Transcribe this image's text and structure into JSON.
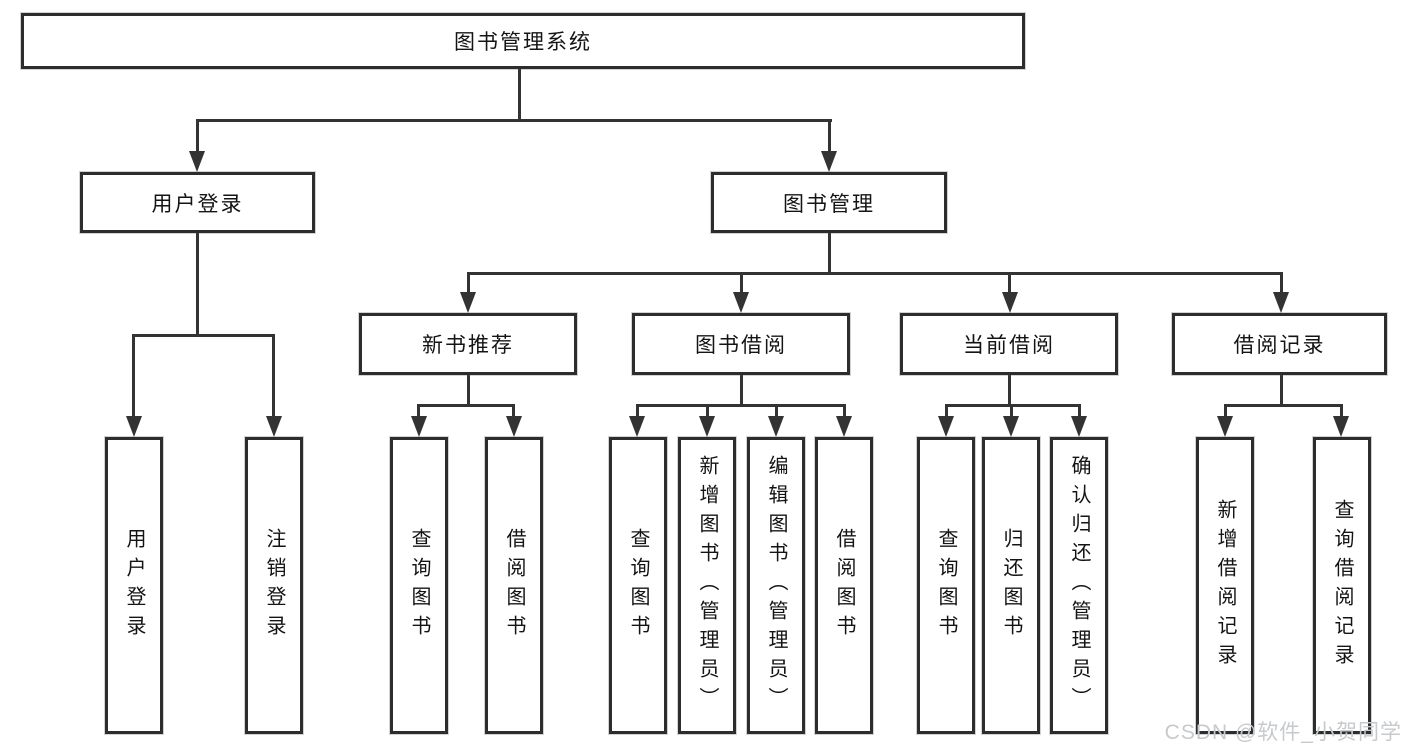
{
  "diagram": {
    "title": "图书管理系统",
    "root": {
      "label": "图书管理系统",
      "children": [
        {
          "label": "用户登录",
          "children": [
            {
              "label": "用户登录"
            },
            {
              "label": "注销登录"
            }
          ]
        },
        {
          "label": "图书管理",
          "children": [
            {
              "label": "新书推荐",
              "children": [
                {
                  "label": "查询图书"
                },
                {
                  "label": "借阅图书"
                }
              ]
            },
            {
              "label": "图书借阅",
              "children": [
                {
                  "label": "查询图书"
                },
                {
                  "label": "新增图书（管理员）"
                },
                {
                  "label": "编辑图书（管理员）"
                },
                {
                  "label": "借阅图书"
                }
              ]
            },
            {
              "label": "当前借阅",
              "children": [
                {
                  "label": "查询图书"
                },
                {
                  "label": "归还图书"
                },
                {
                  "label": "确认归还（管理员）"
                }
              ]
            },
            {
              "label": "借阅记录",
              "children": [
                {
                  "label": "新增借阅记录"
                },
                {
                  "label": "查询借阅记录"
                }
              ]
            }
          ]
        }
      ]
    }
  },
  "watermark": {
    "text": "CSDN @软件_小贺同学"
  },
  "colors": {
    "line": "#333333",
    "box_border": "#2d2d2d",
    "text": "#141414",
    "background": "#ffffff",
    "watermark": "#c7cacd"
  }
}
